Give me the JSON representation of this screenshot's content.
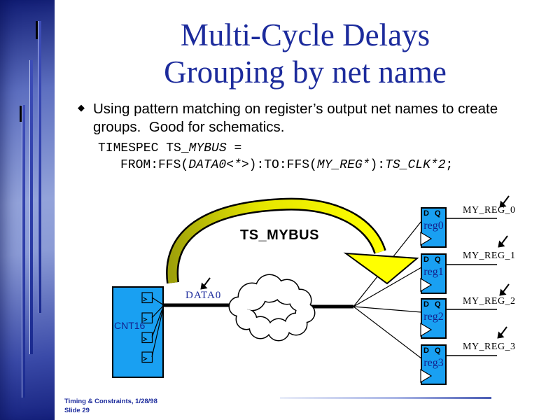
{
  "slide": {
    "title": {
      "line1": "Multi-Cycle Delays",
      "line2": "Grouping by net name"
    },
    "bullet": {
      "marker": "◆",
      "text": "Using pattern matching on register’s output net names to create\ngroups.  Good for schematics."
    },
    "code": {
      "line1": {
        "pre": "TIMESPEC TS_",
        "italic": "MYBUS",
        "post": " ="
      },
      "line2": {
        "s1": "FROM:FFS(",
        "s2": "DATA0<*>",
        "s3": "):TO:FFS(",
        "s4": "MY_REG*",
        "s5": "):",
        "s6": "TS_CLK*2",
        "s7": ";"
      }
    },
    "footer": {
      "line1": "Timing & Constraints, 1/28/98",
      "line2": "Slide 29"
    }
  },
  "diagram": {
    "timespec_label": "TS_MYBUS",
    "bus_label": "DATA0",
    "source_block": {
      "label": "CNT16"
    },
    "registers": [
      {
        "name": "reg0",
        "pin_d": "D",
        "pin_q": "Q",
        "net": "MY_REG_0"
      },
      {
        "name": "reg1",
        "pin_d": "D",
        "pin_q": "Q",
        "net": "MY_REG_1"
      },
      {
        "name": "reg2",
        "pin_d": "D",
        "pin_q": "Q",
        "net": "MY_REG_2"
      },
      {
        "name": "reg3",
        "pin_d": "D",
        "pin_q": "Q",
        "net": "MY_REG_3"
      }
    ],
    "colors": {
      "block_blue": "#19A0F2",
      "arrow_yellow": "#FFFF00",
      "arrow_tail_olive": "#9DA00A",
      "title_navy": "#1C2B9C"
    }
  }
}
